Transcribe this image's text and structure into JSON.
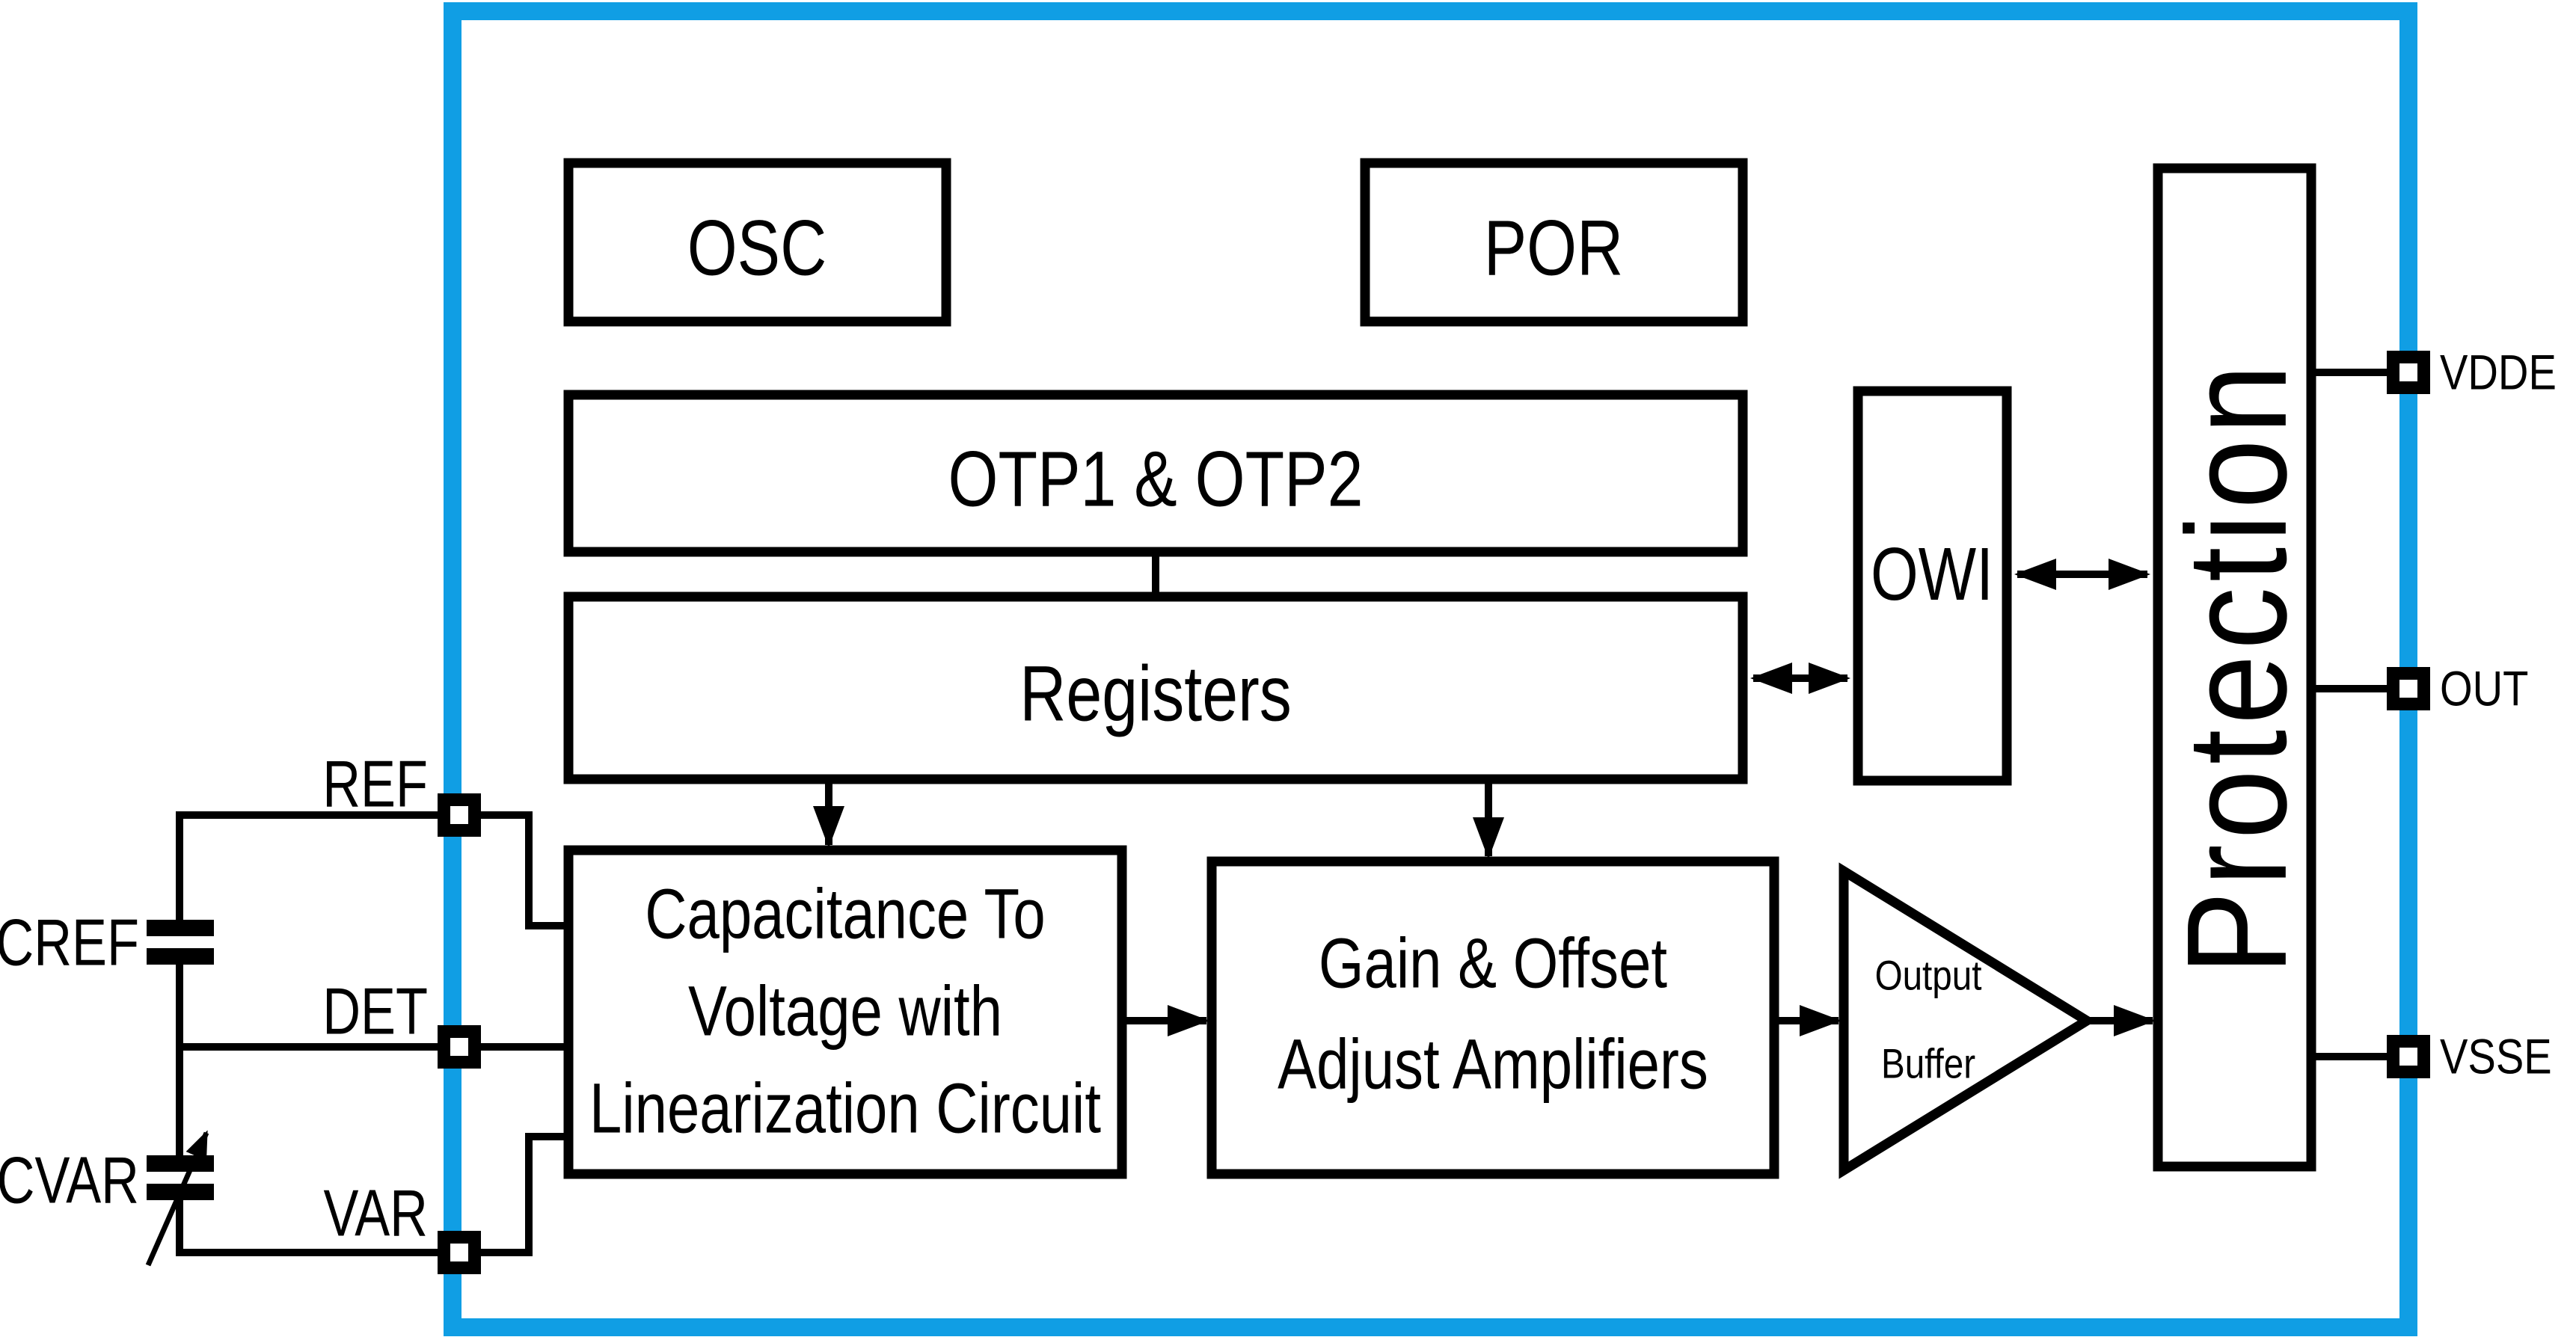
{
  "diagram": {
    "title": "Capacitive sensor-signal-conditioner IC block diagram",
    "colors": {
      "chip_border": "#109EE4",
      "line": "#000000",
      "background": "#ffffff"
    },
    "blocks": {
      "osc": {
        "label": "OSC"
      },
      "por": {
        "label": "POR"
      },
      "otp": {
        "label": "OTP1 & OTP2"
      },
      "registers": {
        "label": "Registers"
      },
      "owi": {
        "label": "OWI"
      },
      "protection": {
        "label": "Protection"
      },
      "c2v": {
        "lines": [
          "Capacitance To",
          "Voltage with",
          "Linearization Circuit"
        ]
      },
      "gain": {
        "lines": [
          "Gain & Offset",
          "Adjust Amplifiers"
        ]
      },
      "buffer": {
        "lines": [
          "Output",
          "Buffer"
        ]
      }
    },
    "pins": {
      "left": [
        {
          "id": "ref",
          "label": "REF"
        },
        {
          "id": "det",
          "label": "DET"
        },
        {
          "id": "var",
          "label": "VAR"
        }
      ],
      "right": [
        {
          "id": "vdde",
          "label": "VDDE"
        },
        {
          "id": "out",
          "label": "OUT"
        },
        {
          "id": "vsse",
          "label": "VSSE"
        }
      ]
    },
    "external_components": {
      "cref": {
        "label": "CREF",
        "type": "fixed-capacitor"
      },
      "cvar": {
        "label": "CVAR",
        "type": "variable-capacitor"
      }
    }
  }
}
